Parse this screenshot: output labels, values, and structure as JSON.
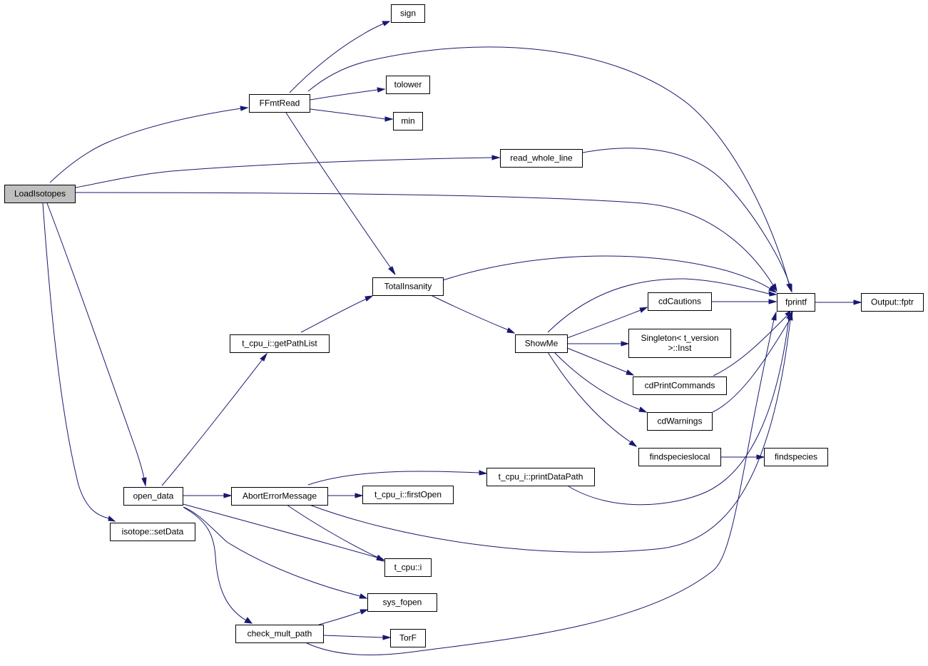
{
  "nodes": [
    {
      "id": "LoadIsotopes",
      "lines": [
        "LoadIsotopes"
      ],
      "root": true
    },
    {
      "id": "FFmtRead",
      "lines": [
        "FFmtRead"
      ]
    },
    {
      "id": "sign",
      "lines": [
        "sign"
      ]
    },
    {
      "id": "tolower",
      "lines": [
        "tolower"
      ]
    },
    {
      "id": "min",
      "lines": [
        "min"
      ]
    },
    {
      "id": "read_whole_line",
      "lines": [
        "read_whole_line"
      ]
    },
    {
      "id": "TotalInsanity",
      "lines": [
        "TotalInsanity"
      ]
    },
    {
      "id": "fprintf",
      "lines": [
        "fprintf"
      ]
    },
    {
      "id": "Output_fptr",
      "lines": [
        "Output::fptr"
      ]
    },
    {
      "id": "cdCautions",
      "lines": [
        "cdCautions"
      ]
    },
    {
      "id": "ShowMe",
      "lines": [
        "ShowMe"
      ]
    },
    {
      "id": "Singleton_Inst",
      "lines": [
        "Singleton< t_version",
        ">::Inst"
      ]
    },
    {
      "id": "cdPrintCommands",
      "lines": [
        "cdPrintCommands"
      ]
    },
    {
      "id": "cdWarnings",
      "lines": [
        "cdWarnings"
      ]
    },
    {
      "id": "findspecieslocal",
      "lines": [
        "findspecieslocal"
      ]
    },
    {
      "id": "findspecies",
      "lines": [
        "findspecies"
      ]
    },
    {
      "id": "t_cpu_i_getPathList",
      "lines": [
        "t_cpu_i::getPathList"
      ]
    },
    {
      "id": "t_cpu_i_printDataPath",
      "lines": [
        "t_cpu_i::printDataPath"
      ]
    },
    {
      "id": "open_data",
      "lines": [
        "open_data"
      ]
    },
    {
      "id": "AbortErrorMessage",
      "lines": [
        "AbortErrorMessage"
      ]
    },
    {
      "id": "t_cpu_i_firstOpen",
      "lines": [
        "t_cpu_i::firstOpen"
      ]
    },
    {
      "id": "isotope_setData",
      "lines": [
        "isotope::setData"
      ]
    },
    {
      "id": "t_cpu_i",
      "lines": [
        "t_cpu::i"
      ]
    },
    {
      "id": "sys_fopen",
      "lines": [
        "sys_fopen"
      ]
    },
    {
      "id": "check_mult_path",
      "lines": [
        "check_mult_path"
      ]
    },
    {
      "id": "TorF",
      "lines": [
        "TorF"
      ]
    }
  ],
  "edges": [
    {
      "from": "LoadIsotopes",
      "to": "FFmtRead"
    },
    {
      "from": "LoadIsotopes",
      "to": "read_whole_line"
    },
    {
      "from": "LoadIsotopes",
      "to": "fprintf"
    },
    {
      "from": "LoadIsotopes",
      "to": "open_data"
    },
    {
      "from": "LoadIsotopes",
      "to": "isotope_setData"
    },
    {
      "from": "FFmtRead",
      "to": "sign"
    },
    {
      "from": "FFmtRead",
      "to": "fprintf"
    },
    {
      "from": "FFmtRead",
      "to": "tolower"
    },
    {
      "from": "FFmtRead",
      "to": "min"
    },
    {
      "from": "FFmtRead",
      "to": "TotalInsanity"
    },
    {
      "from": "read_whole_line",
      "to": "fprintf"
    },
    {
      "from": "TotalInsanity",
      "to": "fprintf"
    },
    {
      "from": "TotalInsanity",
      "to": "ShowMe"
    },
    {
      "from": "fprintf",
      "to": "Output_fptr"
    },
    {
      "from": "cdCautions",
      "to": "fprintf"
    },
    {
      "from": "ShowMe",
      "to": "fprintf"
    },
    {
      "from": "ShowMe",
      "to": "cdCautions"
    },
    {
      "from": "ShowMe",
      "to": "Singleton_Inst"
    },
    {
      "from": "ShowMe",
      "to": "cdPrintCommands"
    },
    {
      "from": "ShowMe",
      "to": "cdWarnings"
    },
    {
      "from": "ShowMe",
      "to": "findspecieslocal"
    },
    {
      "from": "cdPrintCommands",
      "to": "fprintf"
    },
    {
      "from": "cdWarnings",
      "to": "fprintf"
    },
    {
      "from": "findspecieslocal",
      "to": "findspecies"
    },
    {
      "from": "t_cpu_i_getPathList",
      "to": "TotalInsanity"
    },
    {
      "from": "t_cpu_i_printDataPath",
      "to": "fprintf"
    },
    {
      "from": "open_data",
      "to": "t_cpu_i_getPathList"
    },
    {
      "from": "open_data",
      "to": "AbortErrorMessage"
    },
    {
      "from": "open_data",
      "to": "t_cpu_i"
    },
    {
      "from": "open_data",
      "to": "sys_fopen"
    },
    {
      "from": "open_data",
      "to": "check_mult_path"
    },
    {
      "from": "AbortErrorMessage",
      "to": "t_cpu_i_printDataPath"
    },
    {
      "from": "AbortErrorMessage",
      "to": "t_cpu_i_firstOpen"
    },
    {
      "from": "AbortErrorMessage",
      "to": "fprintf"
    },
    {
      "from": "AbortErrorMessage",
      "to": "t_cpu_i"
    },
    {
      "from": "check_mult_path",
      "to": "sys_fopen"
    },
    {
      "from": "check_mult_path",
      "to": "TorF"
    },
    {
      "from": "check_mult_path",
      "to": "fprintf"
    }
  ]
}
